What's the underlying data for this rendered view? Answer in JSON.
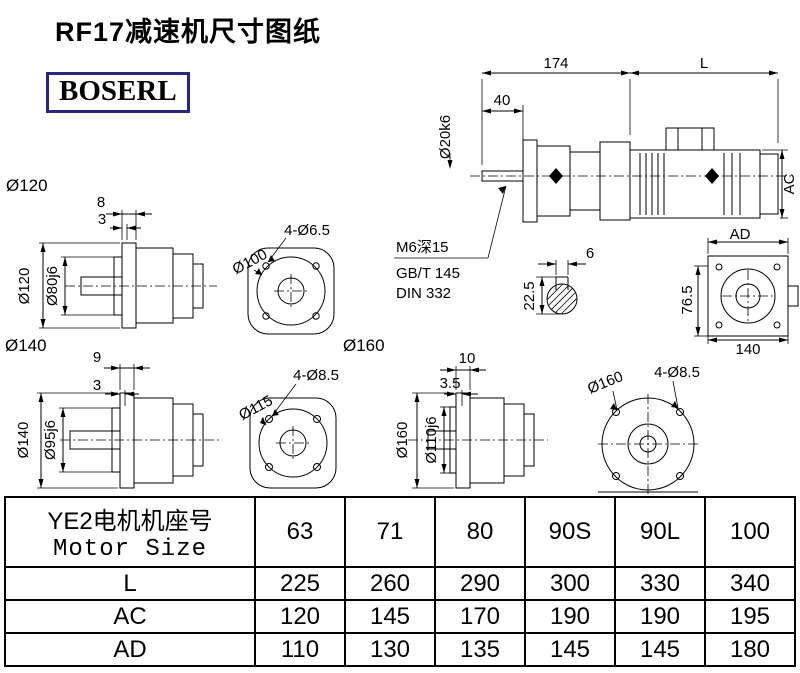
{
  "page": {
    "title": "RF17减速机尺寸图纸",
    "logo": "BOSERL"
  },
  "sections": {
    "d120_label": "Ø120",
    "d140_label": "Ø140",
    "d160_label": "Ø160"
  },
  "main_view": {
    "dim_174": "174",
    "dim_L": "L",
    "dim_40": "40",
    "dim_shaft": "Ø20k6",
    "dim_AC": "AC",
    "dim_AD": "AD",
    "note_1": "M6深15",
    "note_2": "GB/T 145",
    "note_3": "DIN 332",
    "dim_key_width": "6",
    "dim_key_depth": "22.5",
    "dim_76_5": "76.5",
    "dim_140": "140"
  },
  "view_120": {
    "dim_top": "8",
    "dim_top2": "3",
    "dim_body": "Ø120",
    "dim_hub": "Ø80j6",
    "flange_bolt": "4-Ø6.5",
    "flange_circle": "Ø100"
  },
  "view_140": {
    "dim_top": "9",
    "dim_top2": "3",
    "dim_body": "Ø140",
    "dim_hub": "Ø95j6",
    "flange_bolt": "4-Ø8.5",
    "flange_circle": "Ø115"
  },
  "view_160": {
    "dim_top": "10",
    "dim_top2": "3.5",
    "dim_body": "Ø160",
    "dim_hub": "Ø110j6",
    "flange_bolt": "4-Ø8.5",
    "flange_circle": "Ø160"
  },
  "table": {
    "header": {
      "label_cn": "YE2电机机座号",
      "label_en": "Motor Size",
      "values": [
        "63",
        "71",
        "80",
        "90S",
        "90L",
        "100"
      ]
    },
    "rows": [
      {
        "label": "L",
        "values": [
          "225",
          "260",
          "290",
          "300",
          "330",
          "340"
        ]
      },
      {
        "label": "AC",
        "values": [
          "120",
          "145",
          "170",
          "190",
          "190",
          "195"
        ]
      },
      {
        "label": "AD",
        "values": [
          "110",
          "130",
          "135",
          "145",
          "145",
          "180"
        ]
      }
    ]
  }
}
